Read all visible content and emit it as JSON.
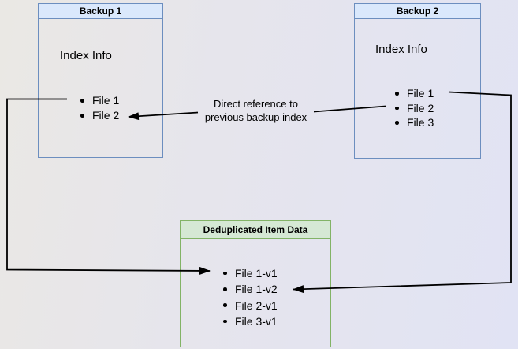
{
  "canvas": {
    "background_gradient": [
      "#eae8e4",
      "#e6e5ec",
      "#e1e3f4"
    ]
  },
  "backup1": {
    "title": "Backup 1",
    "subtitle": "Index Info",
    "items": [
      "File 1",
      "File 2"
    ],
    "header_fill": "#dae8fc",
    "border_color": "#6c8ebf"
  },
  "backup2": {
    "title": "Backup 2",
    "subtitle": "Index Info",
    "items": [
      "File 1",
      "File 2",
      "File 3"
    ],
    "header_fill": "#dae8fc",
    "border_color": "#6c8ebf"
  },
  "dedup": {
    "title": "Deduplicated Item Data",
    "items": [
      "File 1-v1",
      "File 1-v2",
      "File 2-v1",
      "File 3-v1"
    ],
    "header_fill": "#d5e8d4",
    "border_color": "#82b366"
  },
  "connector_label": {
    "line1": "Direct reference to",
    "line2": "previous backup index"
  },
  "connector_color": "#000000"
}
